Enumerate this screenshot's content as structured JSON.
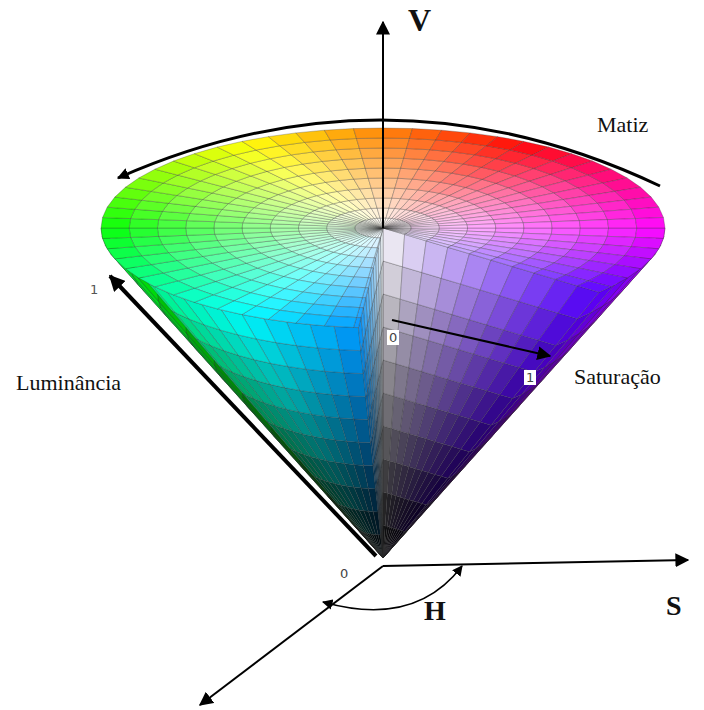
{
  "diagram": {
    "labels": [
      "V",
      "Matiz",
      "1",
      "Luminância",
      "0",
      "1",
      "Saturação",
      "0",
      "H",
      "S"
    ]
  }
}
